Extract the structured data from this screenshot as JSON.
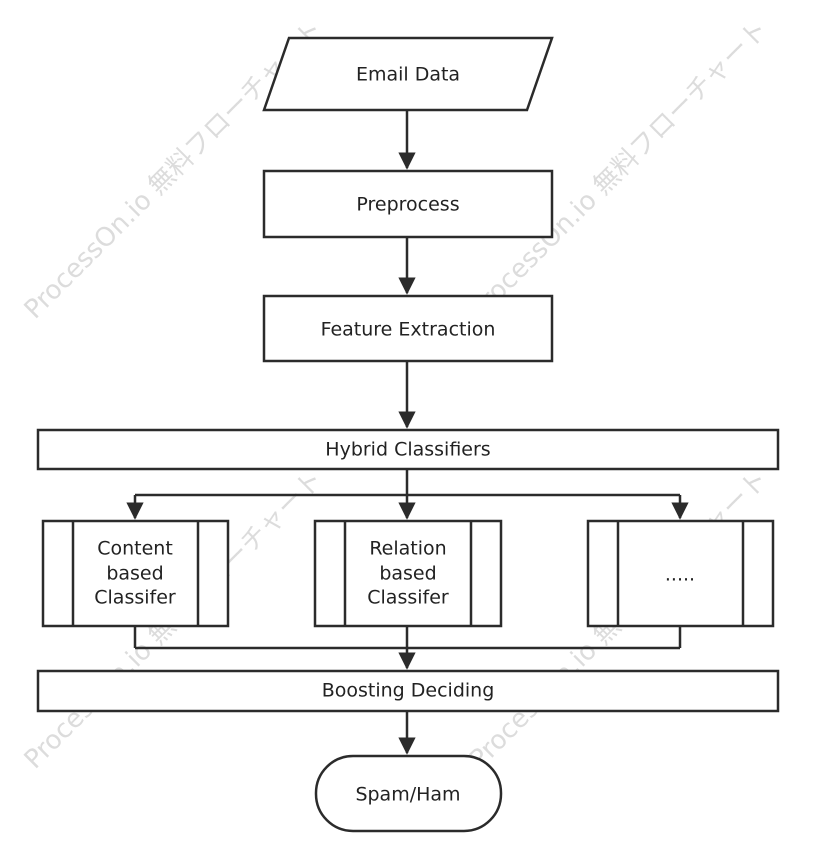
{
  "watermark": {
    "text": "ProcessOn.io 無料フローチャート"
  },
  "nodes": {
    "email_data": {
      "label": "Email Data"
    },
    "preprocess": {
      "label": "Preprocess"
    },
    "feature_extraction": {
      "label": "Feature Extraction"
    },
    "hybrid_classifiers": {
      "label": "Hybrid Classifiers"
    },
    "content_classifier": {
      "lines": [
        "Content",
        "based",
        "Classifer"
      ]
    },
    "relation_classifier": {
      "lines": [
        "Relation",
        "based",
        "Classifer"
      ]
    },
    "other_classifier": {
      "label": "....."
    },
    "boosting_deciding": {
      "label": "Boosting Deciding"
    },
    "spam_ham": {
      "label": "Spam/Ham"
    }
  },
  "colors": {
    "stroke": "#2b2b2b",
    "text": "#222222",
    "watermark": "#dcdcdc",
    "background": "#ffffff"
  }
}
